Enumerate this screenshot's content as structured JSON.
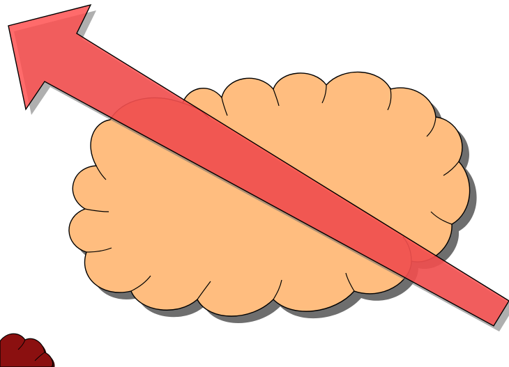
{
  "colors": {
    "background": "#ffffff",
    "cloud_fill": "#ffbd7f",
    "cloud_shadow": "#6e6e6e",
    "arrow_fill": "#ff4a4a",
    "arrow_opacity": 0.82,
    "outline": "#000000",
    "corner_cloud_fill": "#8b1010"
  },
  "shapes": {
    "cloud": {
      "icon": "cloud-shape"
    },
    "arrow": {
      "icon": "up-left-arrow",
      "direction": "up-left"
    },
    "corner_cloud": {
      "icon": "cloud-shape",
      "partially_visible": true
    }
  }
}
